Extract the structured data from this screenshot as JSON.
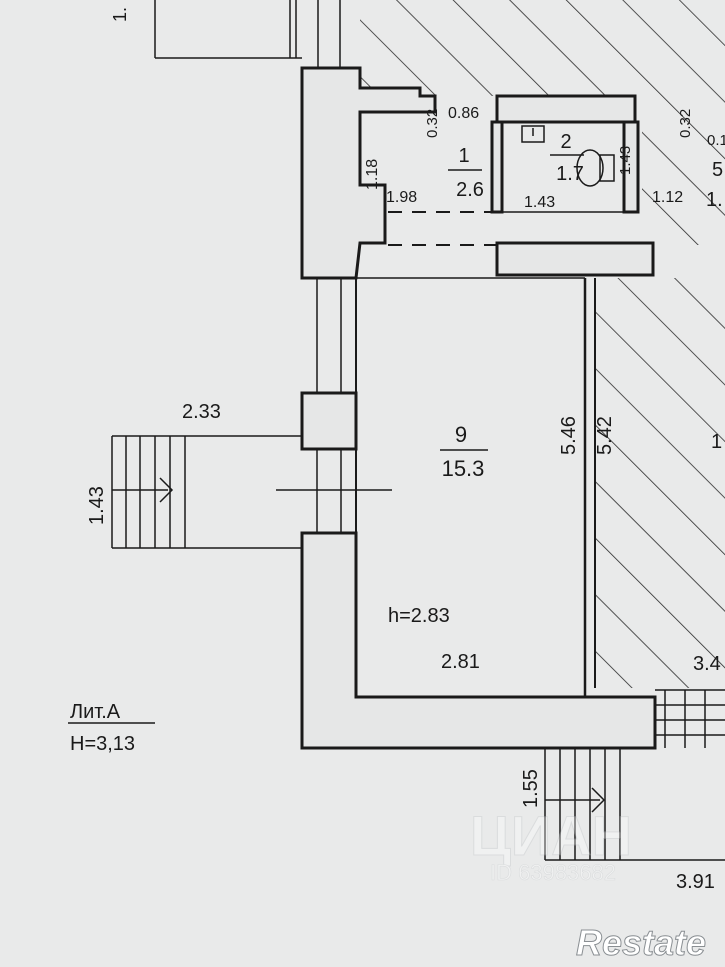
{
  "colors": {
    "paper": "#e9eaea",
    "wall": "#e6e7e7",
    "ink": "#1a1a1a",
    "hatch": "#2a2a2a"
  },
  "rooms": [
    {
      "number": "1",
      "area": "2.6"
    },
    {
      "number": "2",
      "area": "1.7"
    },
    {
      "number": "9",
      "area": "15.3"
    },
    {
      "number": "5",
      "area": "1."
    },
    {
      "number": "",
      "area": "1"
    }
  ],
  "dimensions": {
    "d_0_32_a": "0.32",
    "d_0_86": "0.86",
    "d_0_32_b": "0.32",
    "d_0_1": "0.1",
    "d_1_18": "1.18",
    "d_1_98": "1.98",
    "d_1_43_a": "1.43",
    "d_1_43_b": "1.43",
    "d_1_12": "1.12",
    "d_2_33": "2.33",
    "d_1_43_c": "1.43",
    "d_5_46": "5.46",
    "d_5_42": "5.42",
    "d_2_81": "2.81",
    "d_3_4": "3.4",
    "d_1_55": "1.55",
    "d_3_91": "3.91",
    "d_top_1": "1."
  },
  "ceiling_height": "h=2.83",
  "lit_label": "Лит.А",
  "building_height": "H=3,13",
  "watermark": {
    "text": "ЦИАН",
    "id": "ID 63983682"
  },
  "brand": "Restate"
}
